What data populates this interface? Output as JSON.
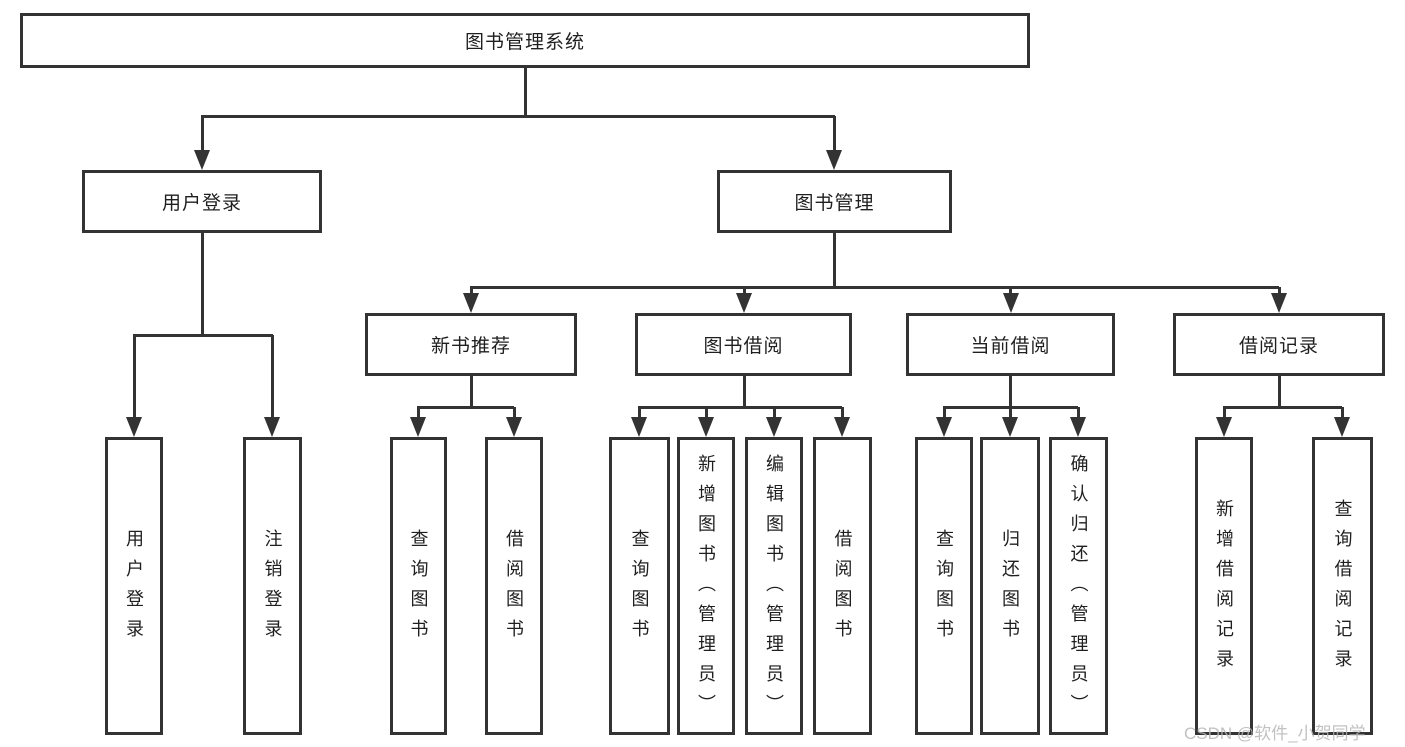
{
  "tree": {
    "label": "图书管理系统",
    "children": [
      {
        "label": "用户登录",
        "children": [
          {
            "label": "用户登录"
          },
          {
            "label": "注销登录"
          }
        ]
      },
      {
        "label": "图书管理",
        "children": [
          {
            "label": "新书推荐",
            "children": [
              {
                "label": "查询图书"
              },
              {
                "label": "借阅图书"
              }
            ]
          },
          {
            "label": "图书借阅",
            "children": [
              {
                "label": "查询图书"
              },
              {
                "label": "新增图书（管理员）"
              },
              {
                "label": "编辑图书（管理员）"
              },
              {
                "label": "借阅图书"
              }
            ]
          },
          {
            "label": "当前借阅",
            "children": [
              {
                "label": "查询图书"
              },
              {
                "label": "归还图书"
              },
              {
                "label": "确认归还（管理员）"
              }
            ]
          },
          {
            "label": "借阅记录",
            "children": [
              {
                "label": "新增借阅记录"
              },
              {
                "label": "查询借阅记录"
              }
            ]
          }
        ]
      }
    ]
  },
  "watermark": "CSDN @软件_小贺同学",
  "colors": {
    "line": "#333333",
    "text": "#1f1f1f",
    "background": "#ffffff",
    "watermark": "#b7b7b7"
  }
}
